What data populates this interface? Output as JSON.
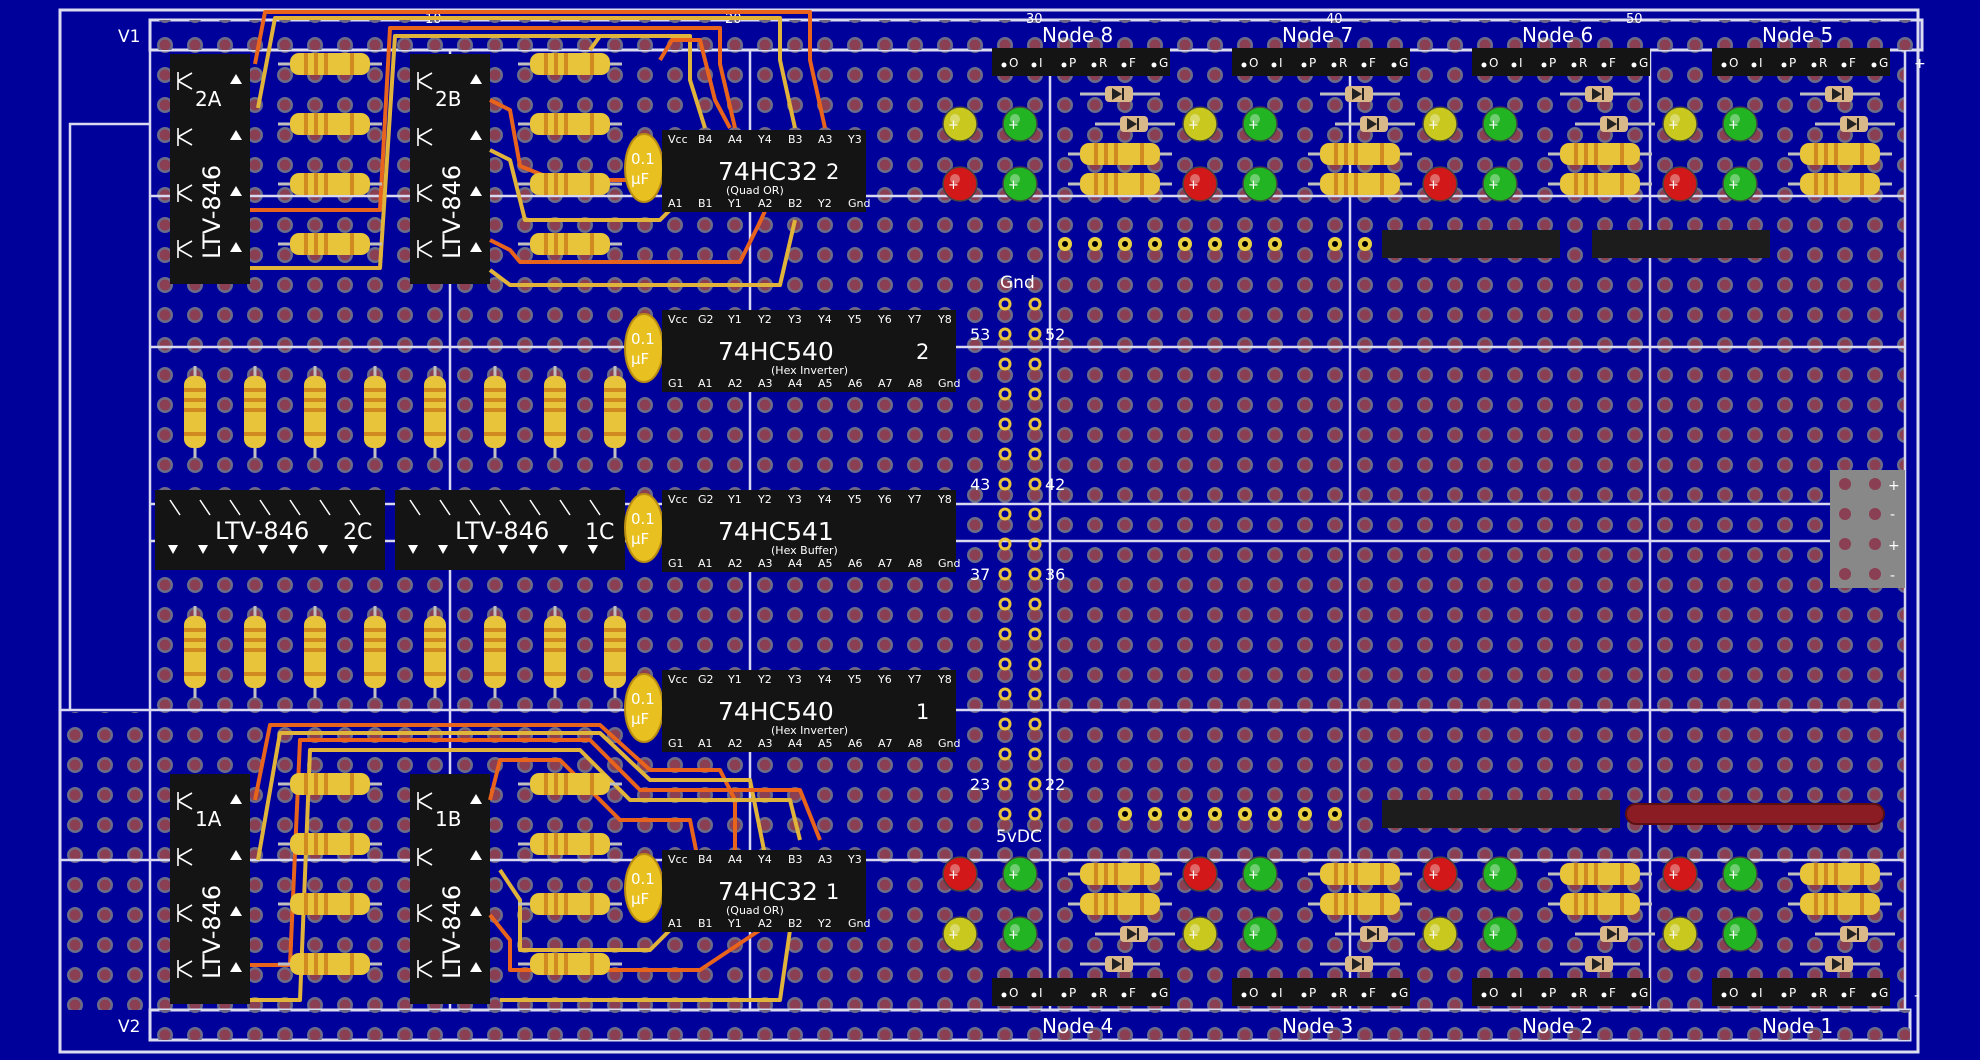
{
  "board": {
    "rail_labels": {
      "top": "V1",
      "bottom": "V2"
    },
    "ruler": [
      "10",
      "20",
      "30",
      "40",
      "50"
    ],
    "power_side_labels": [
      "+",
      "-",
      "+",
      "-"
    ],
    "corner_plus": "+",
    "corner_minus": "-",
    "gnd_label": "Gnd",
    "vdc_label": "5vDC",
    "header_numbers": [
      {
        "left": "53",
        "right": "52"
      },
      {
        "left": "43",
        "right": "42"
      },
      {
        "left": "37",
        "right": "36"
      },
      {
        "left": "23",
        "right": "22"
      }
    ]
  },
  "nodes_top": [
    "Node 8",
    "Node 7",
    "Node 6",
    "Node 5"
  ],
  "nodes_bottom": [
    "Node 4",
    "Node 3",
    "Node 2",
    "Node 1"
  ],
  "node_header_pins": [
    "O",
    "I",
    "P",
    "R",
    "F",
    "G"
  ],
  "opto_left": [
    {
      "part": "LTV-846",
      "id": "2A"
    },
    {
      "part": "LTV-846",
      "id": "2B"
    },
    {
      "part": "LTV-846",
      "id": "1A"
    },
    {
      "part": "LTV-846",
      "id": "1B"
    }
  ],
  "opto_horizontal": [
    {
      "part": "LTV-846",
      "id": "2C"
    },
    {
      "part": "LTV-846",
      "id": "1C"
    }
  ],
  "capacitor_label": [
    "0.1",
    "µF"
  ],
  "chips": [
    {
      "name": "74HC32",
      "num": "2",
      "desc": "(Quad OR)",
      "top_pins": [
        "Vcc",
        "B4",
        "A4",
        "Y4",
        "B3",
        "A3",
        "Y3"
      ],
      "bottom_pins": [
        "A1",
        "B1",
        "Y1",
        "A2",
        "B2",
        "Y2",
        "Gnd"
      ]
    },
    {
      "name": "74HC540",
      "num": "2",
      "desc": "(Hex Inverter)",
      "top_pins": [
        "Vcc",
        "G2",
        "Y1",
        "Y2",
        "Y3",
        "Y4",
        "Y5",
        "Y6",
        "Y7",
        "Y8"
      ],
      "bottom_pins": [
        "G1",
        "A1",
        "A2",
        "A3",
        "A4",
        "A5",
        "A6",
        "A7",
        "A8",
        "Gnd"
      ]
    },
    {
      "name": "74HC541",
      "num": "",
      "desc": "(Hex Buffer)",
      "top_pins": [
        "Vcc",
        "G2",
        "Y1",
        "Y2",
        "Y3",
        "Y4",
        "Y5",
        "Y6",
        "Y7",
        "Y8"
      ],
      "bottom_pins": [
        "G1",
        "A1",
        "A2",
        "A3",
        "A4",
        "A5",
        "A6",
        "A7",
        "A8",
        "Gnd"
      ]
    },
    {
      "name": "74HC540",
      "num": "1",
      "desc": "(Hex Inverter)",
      "top_pins": [
        "Vcc",
        "G2",
        "Y1",
        "Y2",
        "Y3",
        "Y4",
        "Y5",
        "Y6",
        "Y7",
        "Y8"
      ],
      "bottom_pins": [
        "G1",
        "A1",
        "A2",
        "A3",
        "A4",
        "A5",
        "A6",
        "A7",
        "A8",
        "Gnd"
      ]
    },
    {
      "name": "74HC32",
      "num": "1",
      "desc": "(Quad OR)",
      "top_pins": [
        "Vcc",
        "B4",
        "A4",
        "Y4",
        "B3",
        "A3",
        "Y3"
      ],
      "bottom_pins": [
        "A1",
        "B1",
        "Y1",
        "A2",
        "B2",
        "Y2",
        "Gnd"
      ]
    }
  ],
  "colors": {
    "board": "#00009a",
    "hole": "#8a3f52",
    "hole_ring": "#6b6b8a",
    "chip": "#141414",
    "resistor": "#e8c43a",
    "wire_orange": "#e8641c",
    "wire_yellow": "#e0b43a",
    "led_red": "#d21818",
    "led_green": "#22b422",
    "led_yellow": "#c8c81e",
    "strip_line": "#c8c8e8"
  }
}
